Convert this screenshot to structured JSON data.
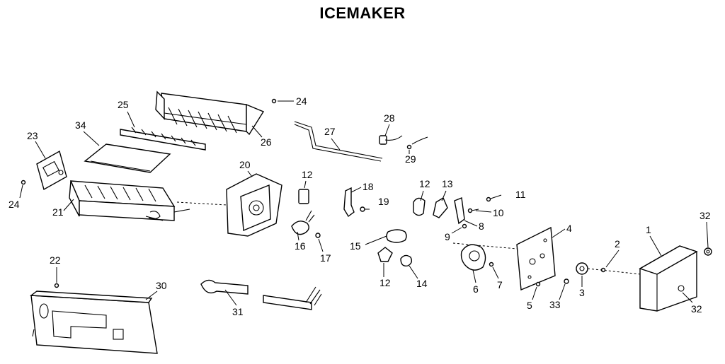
{
  "title": "ICEMAKER",
  "labels": {
    "p1": "1",
    "p2": "2",
    "p3": "3",
    "p4": "4",
    "p5": "5",
    "p6": "6",
    "p7": "7",
    "p8": "8",
    "p9": "9",
    "p10": "10",
    "p11": "11",
    "p12a": "12",
    "p12b": "12",
    "p12c": "12",
    "p13": "13",
    "p14": "14",
    "p15": "15",
    "p16": "16",
    "p17": "17",
    "p18": "18",
    "p19": "19",
    "p20": "20",
    "p21": "21",
    "p22": "22",
    "p23": "23",
    "p24a": "24",
    "p24b": "24",
    "p25": "25",
    "p26": "26",
    "p27": "27",
    "p28": "28",
    "p29": "29",
    "p30": "30",
    "p31": "31",
    "p32a": "32",
    "p32b": "32",
    "p33": "33",
    "p34": "34"
  }
}
